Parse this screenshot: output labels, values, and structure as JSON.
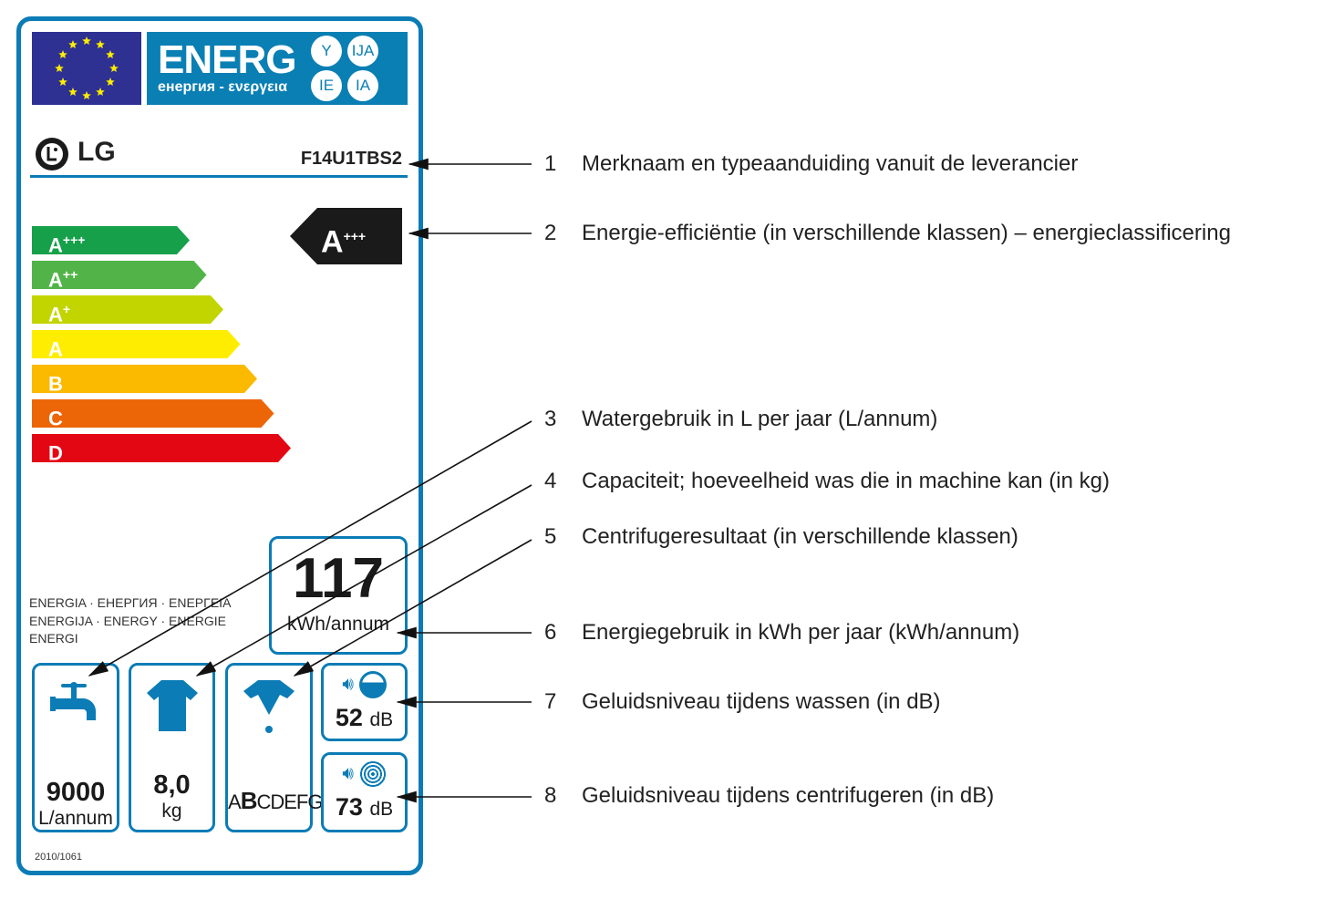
{
  "label": {
    "header": {
      "title": "ENERG",
      "subtitle": "енергия - ενεργεια",
      "suffixes": [
        "Y",
        "IJA",
        "IE",
        "IA"
      ]
    },
    "brand": "LG",
    "model": "F14U1TBS2",
    "classes": [
      {
        "label": "A",
        "sup": "+++",
        "color": "#16a04a"
      },
      {
        "label": "A",
        "sup": "++",
        "color": "#52b448"
      },
      {
        "label": "A",
        "sup": "+",
        "color": "#c2d500"
      },
      {
        "label": "A",
        "sup": "",
        "color": "#ffed00"
      },
      {
        "label": "B",
        "sup": "",
        "color": "#fbb900"
      },
      {
        "label": "C",
        "sup": "",
        "color": "#ec6608"
      },
      {
        "label": "D",
        "sup": "",
        "color": "#e30613"
      }
    ],
    "rating": {
      "label": "A",
      "sup": "+++"
    },
    "energy_words": [
      "ENERGIA · ЕНЕРГИЯ · ΕΝΕΡΓΕΙΑ",
      "ENERGIJA · ENERGY · ENERGIE",
      "ENERGI"
    ],
    "energy": {
      "value": "117",
      "unit": "kWh/annum"
    },
    "water": {
      "value": "9000",
      "unit": "L/annum"
    },
    "capacity": {
      "value": "8,0",
      "unit": "kg"
    },
    "spin": {
      "pre": "A",
      "active": "B",
      "post": "CDEFG"
    },
    "noise_wash": {
      "value": "52",
      "unit": "dB"
    },
    "noise_spin": {
      "value": "73",
      "unit": "dB"
    },
    "regulation": "2010/1061",
    "accent": "#0b7cb5"
  },
  "legend": [
    {
      "n": "1",
      "text": "Merknaam en typeaanduiding vanuit de leverancier"
    },
    {
      "n": "2",
      "text": "Energie-efficiëntie (in verschillende klassen) – energieclassificering"
    },
    {
      "n": "3",
      "text": "Watergebruik in L per jaar (L/annum)"
    },
    {
      "n": "4",
      "text": "Capaciteit; hoeveelheid was die in machine kan (in kg)"
    },
    {
      "n": "5",
      "text": "Centrifugeresultaat (in verschillende klassen)"
    },
    {
      "n": "6",
      "text": "Energiegebruik in kWh per jaar (kWh/annum)"
    },
    {
      "n": "7",
      "text": "Geluidsniveau tijdens wassen (in dB)"
    },
    {
      "n": "8",
      "text": "Geluidsniveau tijdens centrifugeren (in dB)"
    }
  ]
}
